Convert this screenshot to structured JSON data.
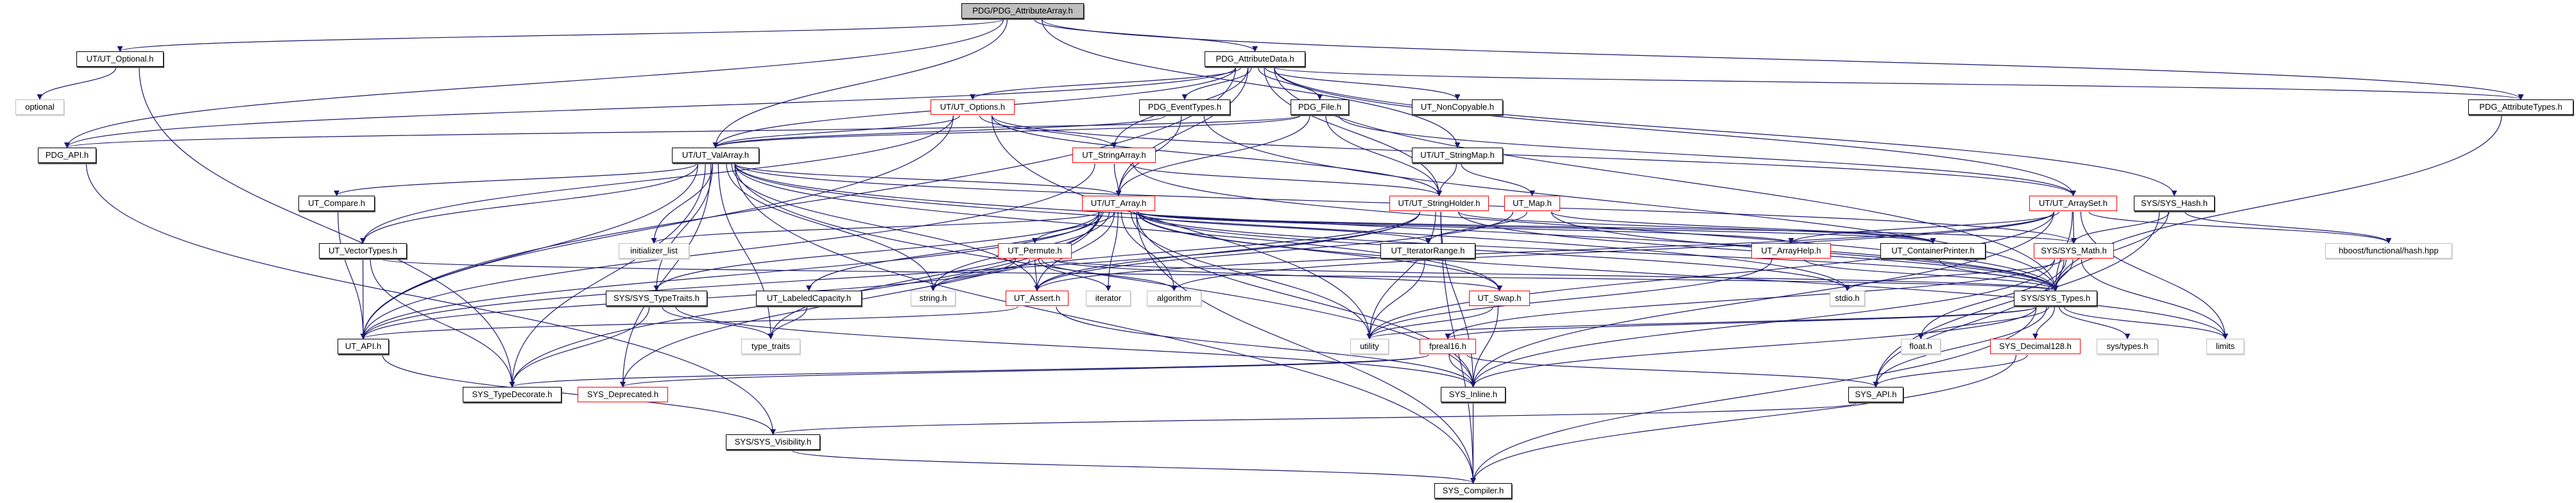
{
  "edge_color": "#191970",
  "nodes": [
    {
      "id": "root",
      "label": "PDG/PDG_AttributeArray.h",
      "kind": "root"
    },
    {
      "id": "attrdata",
      "label": "PDG_AttributeData.h",
      "kind": "normal"
    },
    {
      "id": "optional_h",
      "label": "UT/UT_Optional.h",
      "kind": "normal"
    },
    {
      "id": "optional",
      "label": "optional",
      "kind": "sys"
    },
    {
      "id": "pdgapi",
      "label": "PDG_API.h",
      "kind": "normal"
    },
    {
      "id": "options",
      "label": "UT/UT_Options.h",
      "kind": "red"
    },
    {
      "id": "eventtypes",
      "label": "PDG_EventTypes.h",
      "kind": "normal"
    },
    {
      "id": "file",
      "label": "PDG_File.h",
      "kind": "normal"
    },
    {
      "id": "noncopy",
      "label": "UT_NonCopyable.h",
      "kind": "normal"
    },
    {
      "id": "attrtypes",
      "label": "PDG_AttributeTypes.h",
      "kind": "normal"
    },
    {
      "id": "valarray",
      "label": "UT/UT_ValArray.h",
      "kind": "normal"
    },
    {
      "id": "stringarray",
      "label": "UT_StringArray.h",
      "kind": "red"
    },
    {
      "id": "stringmap",
      "label": "UT/UT_StringMap.h",
      "kind": "normal"
    },
    {
      "id": "compare",
      "label": "UT_Compare.h",
      "kind": "normal"
    },
    {
      "id": "utarray",
      "label": "UT/UT_Array.h",
      "kind": "red"
    },
    {
      "id": "stringholder",
      "label": "UT/UT_StringHolder.h",
      "kind": "red"
    },
    {
      "id": "utmap",
      "label": "UT_Map.h",
      "kind": "red"
    },
    {
      "id": "arrayset",
      "label": "UT/UT_ArraySet.h",
      "kind": "red"
    },
    {
      "id": "syshash",
      "label": "SYS/SYS_Hash.h",
      "kind": "normal"
    },
    {
      "id": "vectortypes",
      "label": "UT_VectorTypes.h",
      "kind": "normal"
    },
    {
      "id": "initlist",
      "label": "initializer_list",
      "kind": "sys"
    },
    {
      "id": "permute",
      "label": "UT_Permute.h",
      "kind": "red"
    },
    {
      "id": "iterrange",
      "label": "UT_IteratorRange.h",
      "kind": "normal"
    },
    {
      "id": "arrayhelp",
      "label": "UT_ArrayHelp.h",
      "kind": "red"
    },
    {
      "id": "contprinter",
      "label": "UT_ContainerPrinter.h",
      "kind": "normal"
    },
    {
      "id": "sysmath",
      "label": "SYS/SYS_Math.h",
      "kind": "red"
    },
    {
      "id": "hashhpp",
      "label": "hboost/functional/hash.hpp",
      "kind": "sys"
    },
    {
      "id": "typetraits_h",
      "label": "SYS/SYS_TypeTraits.h",
      "kind": "normal"
    },
    {
      "id": "labeledcap",
      "label": "UT_LabeledCapacity.h",
      "kind": "normal"
    },
    {
      "id": "stringh",
      "label": "string.h",
      "kind": "sys"
    },
    {
      "id": "assert",
      "label": "UT_Assert.h",
      "kind": "red"
    },
    {
      "id": "iterator",
      "label": "iterator",
      "kind": "sys"
    },
    {
      "id": "algorithm",
      "label": "algorithm",
      "kind": "sys"
    },
    {
      "id": "swap",
      "label": "UT_Swap.h",
      "kind": "red"
    },
    {
      "id": "stdio",
      "label": "stdio.h",
      "kind": "sys"
    },
    {
      "id": "systypes",
      "label": "SYS/SYS_Types.h",
      "kind": "normal"
    },
    {
      "id": "utapi",
      "label": "UT_API.h",
      "kind": "normal"
    },
    {
      "id": "type_traits",
      "label": "type_traits",
      "kind": "sys"
    },
    {
      "id": "utility",
      "label": "utility",
      "kind": "sys"
    },
    {
      "id": "fpreal16",
      "label": "fpreal16.h",
      "kind": "red"
    },
    {
      "id": "floath",
      "label": "float.h",
      "kind": "sys"
    },
    {
      "id": "decimal",
      "label": "SYS_Decimal128.h",
      "kind": "red"
    },
    {
      "id": "systypesh",
      "label": "sys/types.h",
      "kind": "sys"
    },
    {
      "id": "limits",
      "label": "limits",
      "kind": "sys"
    },
    {
      "id": "typedecorate",
      "label": "SYS_TypeDecorate.h",
      "kind": "normal"
    },
    {
      "id": "deprecated",
      "label": "SYS_Deprecated.h",
      "kind": "red"
    },
    {
      "id": "inline",
      "label": "SYS_Inline.h",
      "kind": "normal"
    },
    {
      "id": "sysapi",
      "label": "SYS_API.h",
      "kind": "normal"
    },
    {
      "id": "visibility",
      "label": "SYS/SYS_Visibility.h",
      "kind": "normal"
    },
    {
      "id": "compiler",
      "label": "SYS_Compiler.h",
      "kind": "normal"
    }
  ],
  "edges": [
    [
      "root",
      "optional_h"
    ],
    [
      "root",
      "pdgapi"
    ],
    [
      "root",
      "valarray"
    ],
    [
      "root",
      "attrdata"
    ],
    [
      "root",
      "stringmap"
    ],
    [
      "root",
      "attrtypes"
    ],
    [
      "optional_h",
      "optional"
    ],
    [
      "optional_h",
      "typedecorate"
    ],
    [
      "pdgapi",
      "visibility"
    ],
    [
      "attrdata",
      "pdgapi"
    ],
    [
      "attrdata",
      "valarray"
    ],
    [
      "attrdata",
      "options"
    ],
    [
      "attrdata",
      "stringarray"
    ],
    [
      "attrdata",
      "eventtypes"
    ],
    [
      "attrdata",
      "file"
    ],
    [
      "attrdata",
      "utarray"
    ],
    [
      "attrdata",
      "stringholder"
    ],
    [
      "attrdata",
      "noncopy"
    ],
    [
      "attrdata",
      "attrtypes"
    ],
    [
      "attrdata",
      "syshash"
    ],
    [
      "attrdata",
      "arrayset"
    ],
    [
      "attrdata",
      "utapi"
    ],
    [
      "attrdata",
      "systypes"
    ],
    [
      "options",
      "valarray"
    ],
    [
      "options",
      "stringarray"
    ],
    [
      "options",
      "stringholder"
    ],
    [
      "options",
      "arrayset"
    ],
    [
      "options",
      "utapi"
    ],
    [
      "options",
      "utility"
    ],
    [
      "options",
      "vectortypes"
    ],
    [
      "eventtypes",
      "valarray"
    ],
    [
      "eventtypes",
      "utarray"
    ],
    [
      "eventtypes",
      "systypes"
    ],
    [
      "file",
      "pdgapi"
    ],
    [
      "file",
      "valarray"
    ],
    [
      "file",
      "utarray"
    ],
    [
      "file",
      "stringholder"
    ],
    [
      "file",
      "arrayset"
    ],
    [
      "stringmap",
      "stringholder"
    ],
    [
      "stringmap",
      "utmap"
    ],
    [
      "valarray",
      "utarray"
    ],
    [
      "valarray",
      "compare"
    ],
    [
      "valarray",
      "vectortypes"
    ],
    [
      "valarray",
      "initlist"
    ],
    [
      "valarray",
      "typetraits_h"
    ],
    [
      "valarray",
      "utapi"
    ],
    [
      "valarray",
      "compiler"
    ],
    [
      "valarray",
      "typedecorate"
    ],
    [
      "valarray",
      "deprecated"
    ],
    [
      "valarray",
      "stringh"
    ],
    [
      "valarray",
      "type_traits"
    ],
    [
      "valarray",
      "swap"
    ],
    [
      "valarray",
      "inline"
    ],
    [
      "valarray",
      "stdio"
    ],
    [
      "valarray",
      "sysmath"
    ],
    [
      "valarray",
      "systypes"
    ],
    [
      "valarray",
      "assert"
    ],
    [
      "stringarray",
      "utarray"
    ],
    [
      "stringarray",
      "stringholder"
    ],
    [
      "stringarray",
      "utapi"
    ],
    [
      "stringarray",
      "systypes"
    ],
    [
      "utarray",
      "permute"
    ],
    [
      "utarray",
      "typetraits_h"
    ],
    [
      "utarray",
      "labeledcap"
    ],
    [
      "utarray",
      "stringh"
    ],
    [
      "utarray",
      "assert"
    ],
    [
      "utarray",
      "iterator"
    ],
    [
      "utarray",
      "algorithm"
    ],
    [
      "utarray",
      "iterrange"
    ],
    [
      "utarray",
      "utility"
    ],
    [
      "utarray",
      "swap"
    ],
    [
      "utarray",
      "inline"
    ],
    [
      "utarray",
      "compiler"
    ],
    [
      "utarray",
      "arrayhelp"
    ],
    [
      "utarray",
      "contprinter"
    ],
    [
      "utarray",
      "systypes"
    ],
    [
      "utarray",
      "initlist"
    ],
    [
      "utarray",
      "utapi"
    ],
    [
      "utarray",
      "type_traits"
    ],
    [
      "utarray",
      "typedecorate"
    ],
    [
      "utarray",
      "deprecated"
    ],
    [
      "utarray",
      "sysmath"
    ],
    [
      "utarray",
      "stdio"
    ],
    [
      "utarray",
      "limits"
    ],
    [
      "stringholder",
      "assert"
    ],
    [
      "stringholder",
      "utapi"
    ],
    [
      "stringholder",
      "systypes"
    ],
    [
      "stringholder",
      "utility"
    ],
    [
      "stringholder",
      "inline"
    ],
    [
      "stringholder",
      "stringh"
    ],
    [
      "stringholder",
      "compiler"
    ],
    [
      "stringholder",
      "contprinter"
    ],
    [
      "utmap",
      "iterrange"
    ],
    [
      "utmap",
      "contprinter"
    ],
    [
      "utmap",
      "systypes"
    ],
    [
      "utmap",
      "assert"
    ],
    [
      "arrayset",
      "arrayhelp"
    ],
    [
      "arrayset",
      "sysmath"
    ],
    [
      "arrayset",
      "systypes"
    ],
    [
      "arrayset",
      "hashhpp"
    ],
    [
      "arrayset",
      "limits"
    ],
    [
      "arrayset",
      "algorithm"
    ],
    [
      "arrayset",
      "assert"
    ],
    [
      "arrayset",
      "inline"
    ],
    [
      "arrayset",
      "utility"
    ],
    [
      "syshash",
      "sysmath"
    ],
    [
      "syshash",
      "hashhpp"
    ],
    [
      "syshash",
      "systypes"
    ],
    [
      "syshash",
      "sysapi"
    ],
    [
      "attrtypes",
      "systypes"
    ],
    [
      "compare",
      "utapi"
    ],
    [
      "vectortypes",
      "utapi"
    ],
    [
      "vectortypes",
      "typedecorate"
    ],
    [
      "vectortypes",
      "systypes"
    ],
    [
      "permute",
      "stringh"
    ],
    [
      "permute",
      "assert"
    ],
    [
      "permute",
      "iterator"
    ],
    [
      "permute",
      "algorithm"
    ],
    [
      "permute",
      "utapi"
    ],
    [
      "permute",
      "swap"
    ],
    [
      "permute",
      "systypes"
    ],
    [
      "typetraits_h",
      "typedecorate"
    ],
    [
      "typetraits_h",
      "type_traits"
    ],
    [
      "typetraits_h",
      "inline"
    ],
    [
      "labeledcap",
      "type_traits"
    ],
    [
      "assert",
      "utapi"
    ],
    [
      "assert",
      "inline"
    ],
    [
      "utapi",
      "visibility"
    ],
    [
      "iterrange",
      "utility"
    ],
    [
      "arrayhelp",
      "systypes"
    ],
    [
      "arrayhelp",
      "utility"
    ],
    [
      "contprinter",
      "systypes"
    ],
    [
      "sysmath",
      "systypes"
    ],
    [
      "sysmath",
      "stdio"
    ],
    [
      "sysmath",
      "floath"
    ],
    [
      "sysmath",
      "limits"
    ],
    [
      "sysmath",
      "sysapi"
    ],
    [
      "sysmath",
      "fpreal16"
    ],
    [
      "sysmath",
      "inline"
    ],
    [
      "swap",
      "utility"
    ],
    [
      "swap",
      "inline"
    ],
    [
      "systypes",
      "fpreal16"
    ],
    [
      "systypes",
      "floath"
    ],
    [
      "systypes",
      "decimal"
    ],
    [
      "systypes",
      "systypesh"
    ],
    [
      "systypes",
      "limits"
    ],
    [
      "systypes",
      "inline"
    ],
    [
      "systypes",
      "compiler"
    ],
    [
      "systypes",
      "sysapi"
    ],
    [
      "systypes",
      "utility"
    ],
    [
      "fpreal16",
      "inline"
    ],
    [
      "fpreal16",
      "sysapi"
    ],
    [
      "fpreal16",
      "deprecated"
    ],
    [
      "fpreal16",
      "typedecorate"
    ],
    [
      "decimal",
      "sysapi"
    ],
    [
      "decimal",
      "compiler"
    ],
    [
      "inline",
      "compiler"
    ],
    [
      "sysapi",
      "visibility"
    ],
    [
      "visibility",
      "compiler"
    ]
  ]
}
